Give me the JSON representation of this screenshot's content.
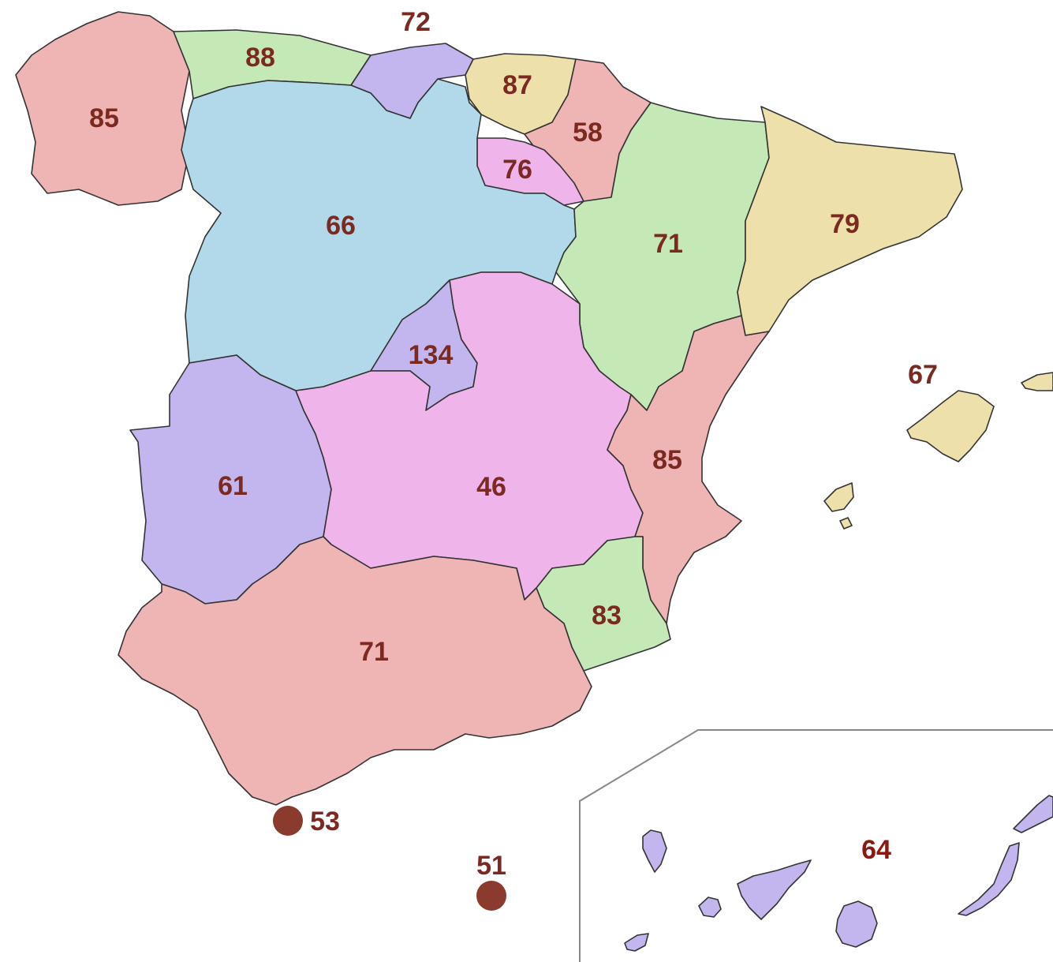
{
  "colors": {
    "pink": "#efb4b4",
    "green": "#c4e8b6",
    "purple": "#c3b6ef",
    "khaki": "#ede0ab",
    "blue": "#b1d9e9",
    "magenta": "#efb4ea",
    "label": "#7b2a22",
    "marker": "#8b3a2e"
  },
  "regions": [
    {
      "name": "galicia",
      "value": "85",
      "color": "pink"
    },
    {
      "name": "asturias",
      "value": "88",
      "color": "green"
    },
    {
      "name": "cantabria",
      "value": "72",
      "color": "purple"
    },
    {
      "name": "pais-vasco",
      "value": "87",
      "color": "khaki"
    },
    {
      "name": "navarra",
      "value": "58",
      "color": "pink"
    },
    {
      "name": "la-rioja",
      "value": "76",
      "color": "magenta"
    },
    {
      "name": "castilla-y-leon",
      "value": "66",
      "color": "blue"
    },
    {
      "name": "aragon",
      "value": "71",
      "color": "green"
    },
    {
      "name": "cataluna",
      "value": "79",
      "color": "khaki"
    },
    {
      "name": "madrid",
      "value": "134",
      "color": "purple"
    },
    {
      "name": "extremadura",
      "value": "61",
      "color": "purple"
    },
    {
      "name": "castilla-la-mancha",
      "value": "46",
      "color": "magenta"
    },
    {
      "name": "valencia",
      "value": "85",
      "color": "pink"
    },
    {
      "name": "murcia",
      "value": "83",
      "color": "green"
    },
    {
      "name": "andalucia",
      "value": "71",
      "color": "pink"
    },
    {
      "name": "baleares",
      "value": "67",
      "color": "khaki"
    },
    {
      "name": "canarias",
      "value": "64",
      "color": "purple"
    }
  ],
  "cities": [
    {
      "name": "ceuta",
      "value": "53"
    },
    {
      "name": "melilla",
      "value": "51"
    }
  ]
}
